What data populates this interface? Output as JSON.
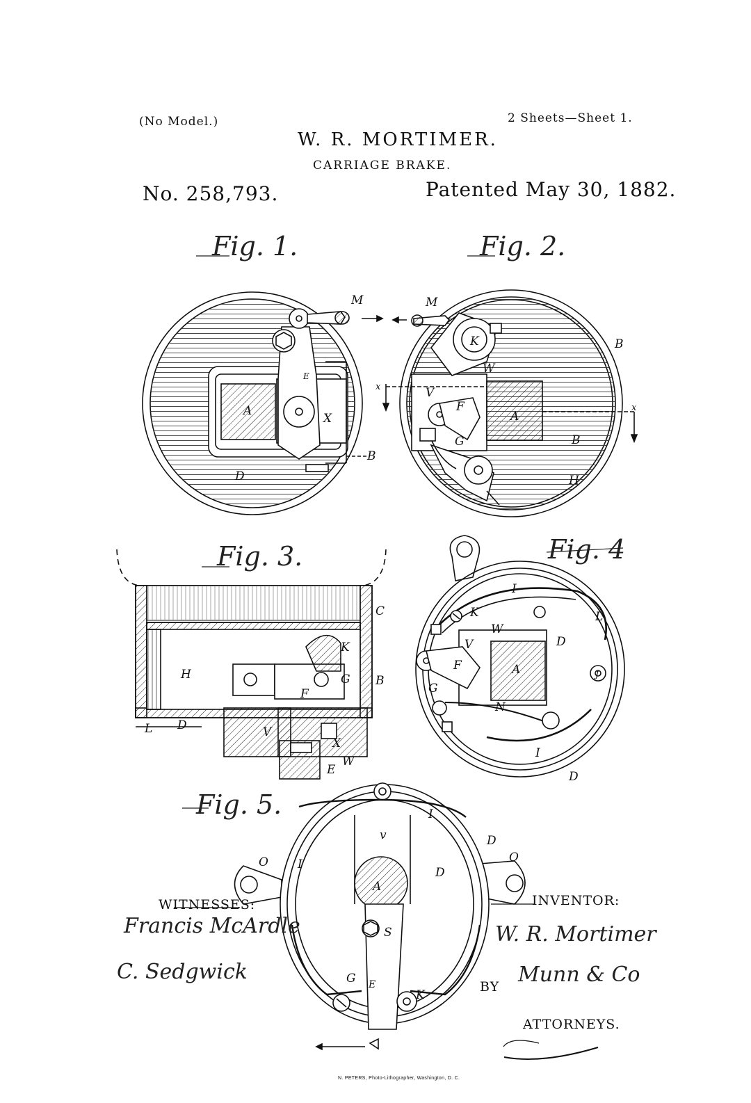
{
  "header": {
    "model_note": "(No Model.)",
    "sheets": "2 Sheets—Sheet 1.",
    "inventor_name": "W. R. MORTIMER.",
    "title": "CARRIAGE BRAKE.",
    "patent_number": "No. 258,793.",
    "patent_date": "Patented May 30, 1882."
  },
  "figures": {
    "fig1": {
      "label": "Fig. 1.",
      "parts": {
        "M": "M",
        "A": "A",
        "X": "X",
        "B": "B",
        "D": "D",
        "E": "E"
      }
    },
    "fig2": {
      "label": "Fig. 2.",
      "parts": {
        "M": "M",
        "K": "K",
        "W": "W",
        "V": "V",
        "F": "F",
        "G": "G",
        "A": "A",
        "B": "B",
        "B2": "B",
        "H": "H",
        "x": "x",
        "x2": "x"
      }
    },
    "fig3": {
      "label": "Fig. 3.",
      "parts": {
        "C": "C",
        "H": "H",
        "K": "K",
        "G": "G",
        "F": "F",
        "B": "B",
        "L": "L",
        "D": "D",
        "V": "V",
        "X": "X",
        "W": "W",
        "E": "E"
      }
    },
    "fig4": {
      "label": "Fig. 4",
      "parts": {
        "I": "I",
        "L": "L",
        "K": "K",
        "W": "W",
        "D": "D",
        "V": "V",
        "F": "F",
        "A": "A",
        "J": "J",
        "G": "G",
        "N": "N",
        "I2": "I",
        "D2": "D"
      }
    },
    "fig5": {
      "label": "Fig. 5.",
      "parts": {
        "I": "I",
        "D": "D",
        "O": "O",
        "O2": "O",
        "V": "v",
        "I2": "I",
        "A": "A",
        "D2": "D",
        "S": "S",
        "G": "G",
        "E": "E",
        "K": "K"
      }
    }
  },
  "witnesses": {
    "label": "WITNESSES:",
    "signatures": [
      "Francis McArdle",
      "C. Sedgwick"
    ]
  },
  "inventor": {
    "label": "INVENTOR:",
    "signature": "W. R. Mortimer",
    "by": "BY",
    "attorney_signature": "Munn & Co",
    "attorneys_label": "ATTORNEYS."
  },
  "footer": "N. PETERS, Photo-Lithographer, Washington, D. C."
}
